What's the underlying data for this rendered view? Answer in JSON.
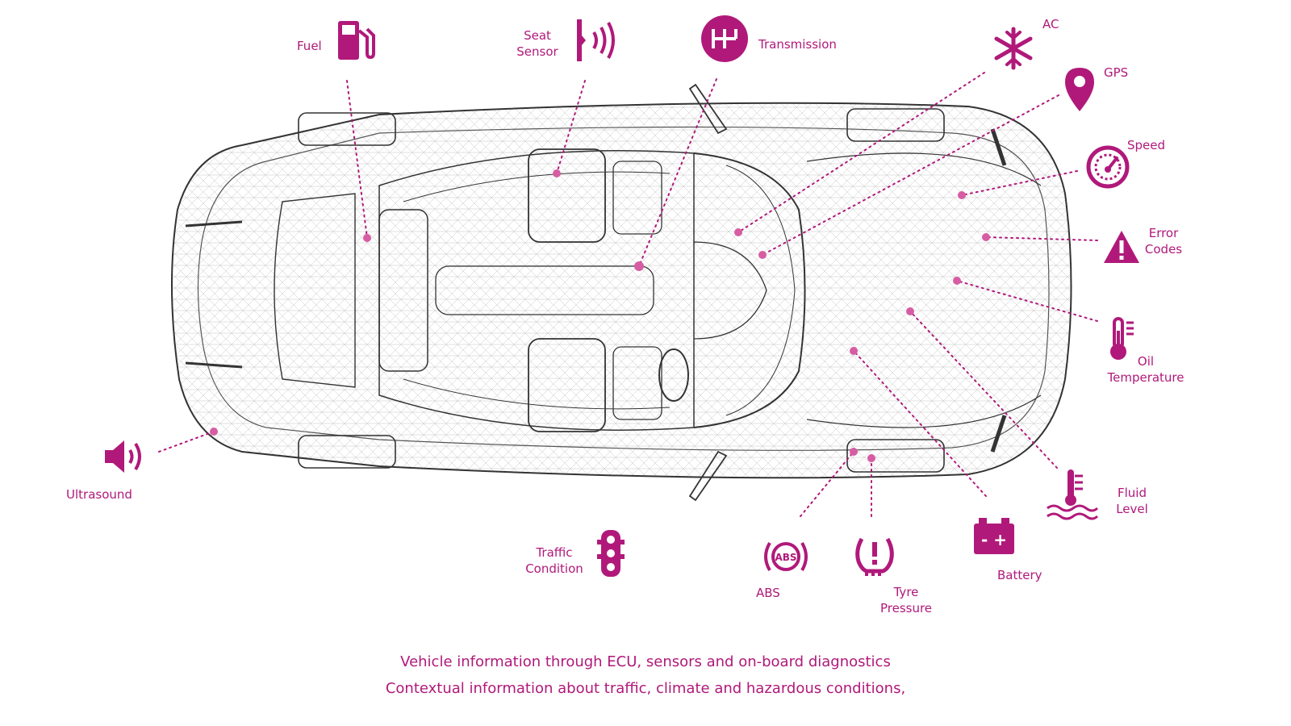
{
  "colors": {
    "accent": "#b0197a",
    "wire": "#333333",
    "wire_light": "#9a9a9a"
  },
  "labels": {
    "fuel": "Fuel",
    "seat_sensor": "Seat\nSensor",
    "transmission": "Transmission",
    "ac": "AC",
    "gps": "GPS",
    "speed": "Speed",
    "error_codes": "Error\nCodes",
    "oil_temperature": "Oil\nTemperature",
    "fluid_level": "Fluid\nLevel",
    "battery": "Battery",
    "tyre_pressure": "Tyre\nPressure",
    "abs": "ABS",
    "traffic_condition": "Traffic\nCondition",
    "ultrasound": "Ultrasound"
  },
  "icons": {
    "fuel": "fuel-pump-icon",
    "seat_sensor": "seat-sensor-icon",
    "transmission": "gear-shift-icon",
    "ac": "snowflake-icon",
    "gps": "map-pin-icon",
    "speed": "speedometer-icon",
    "error_codes": "warning-triangle-icon",
    "oil_temperature": "thermometer-icon",
    "fluid_level": "coolant-level-icon",
    "battery": "battery-icon",
    "tyre_pressure": "tyre-pressure-icon",
    "abs": "abs-icon",
    "traffic_condition": "traffic-light-icon",
    "ultrasound": "speaker-icon"
  },
  "abs_icon_text": "ABS",
  "battery_icon_text": "- +",
  "caption": {
    "line1": "Vehicle information through ECU, sensors and on-board diagnostics",
    "line2": "Contextual information about traffic, climate and hazardous conditions,"
  }
}
